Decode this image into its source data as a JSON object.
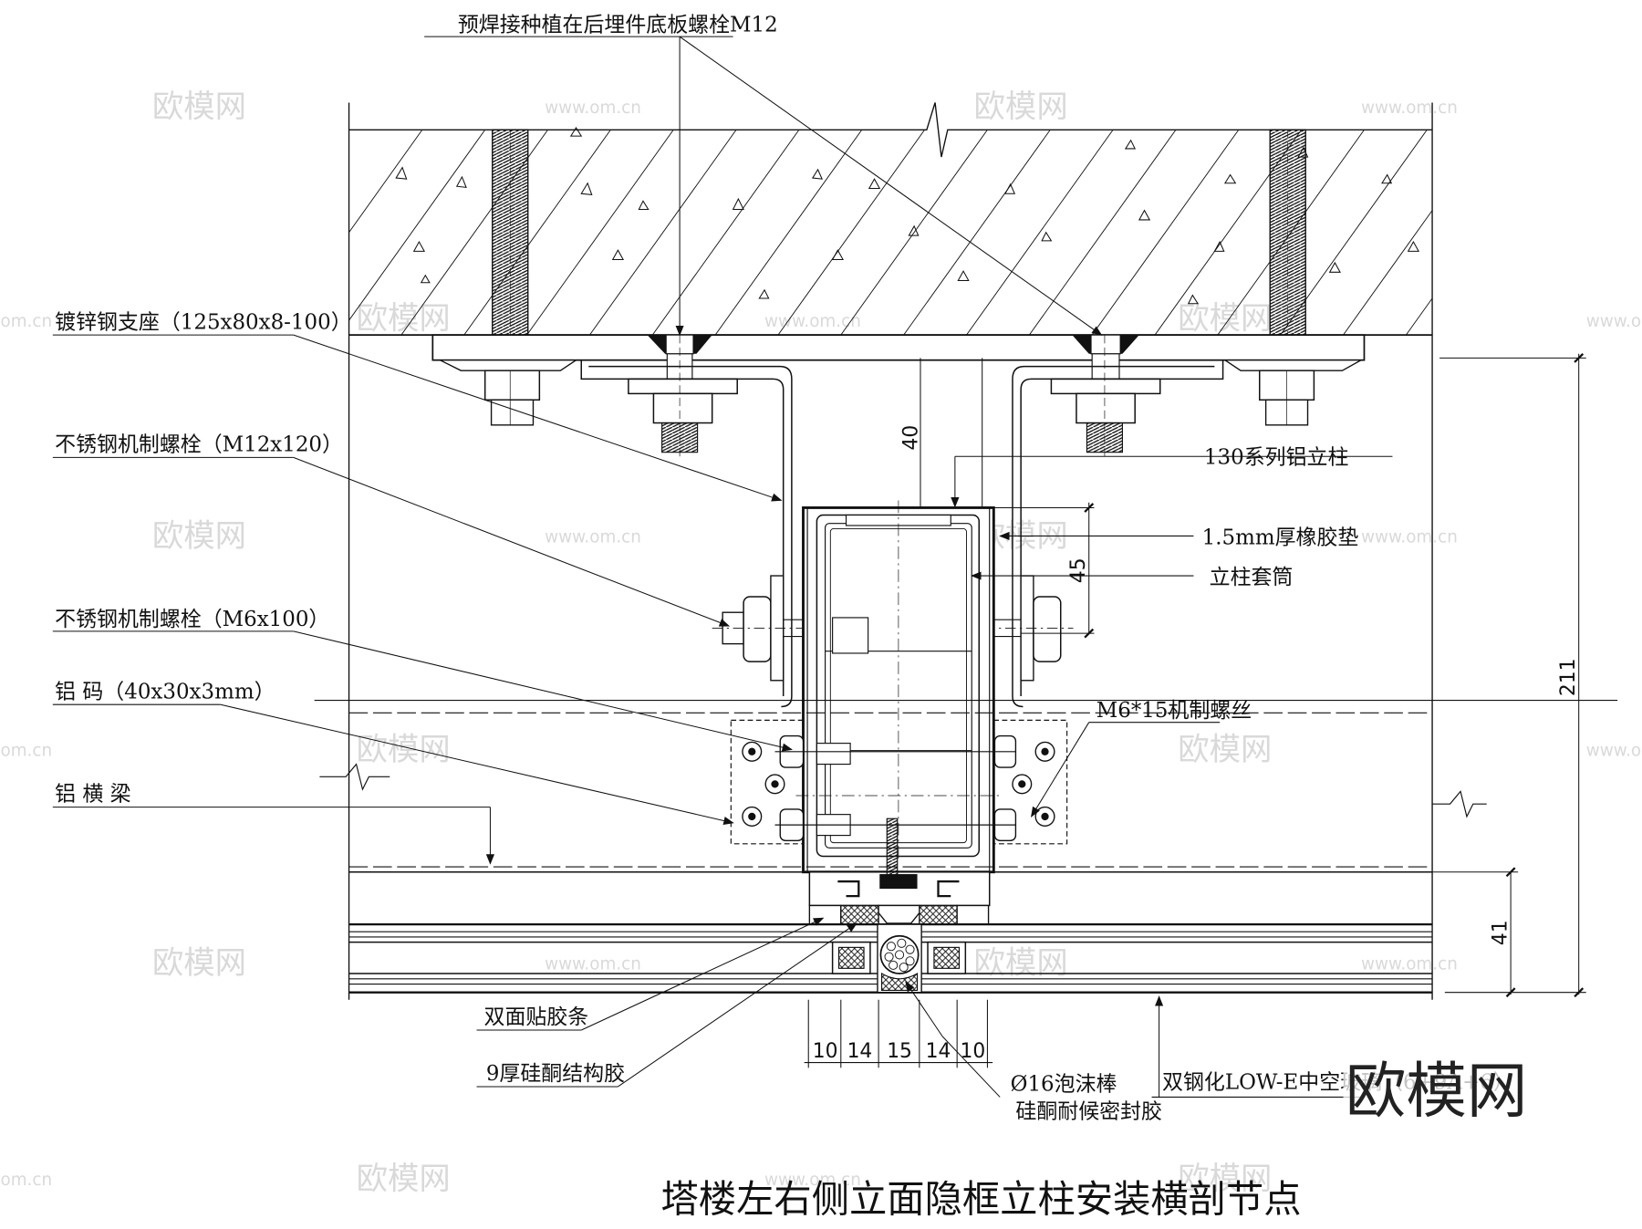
{
  "title": "塔楼左右侧立面隐框立柱安装横剖节点",
  "logo": "欧模网",
  "watermark": {
    "brand": "欧模网",
    "url": "www.om.cn",
    "fragment": "om.cn"
  },
  "labels": {
    "top_bolt": "预焊接种植在后埋件底板螺栓M12",
    "steel_bracket": "镀锌钢支座（125x80x8-100）",
    "bolt_m12": "不锈钢机制螺栓（M12x120）",
    "bolt_m6": "不锈钢机制螺栓（M6x100）",
    "al_clip": "铝 码（40x30x3mm）",
    "al_transom": "铝 横 梁",
    "mullion": "130系列铝立柱",
    "rubber_pad": "1.5mm厚橡胶垫",
    "sleeve": "立柱套筒",
    "screw": "M6*15机制螺丝",
    "tape": "双面贴胶条",
    "silicone": "9厚硅酮结构胶",
    "foam_rod": "Ø16泡沫棒",
    "weather_seal": "硅酮耐候密封胶",
    "glass": "双钢化LOW-E中空玻璃（6+9A+6）"
  },
  "dimensions": {
    "d40": "40",
    "d45": "45",
    "d211": "211",
    "d41": "41",
    "bottom": [
      "10",
      "14",
      "15",
      "14",
      "10"
    ]
  },
  "colors": {
    "line": "#111111",
    "watermark": "#d9d9d9"
  }
}
